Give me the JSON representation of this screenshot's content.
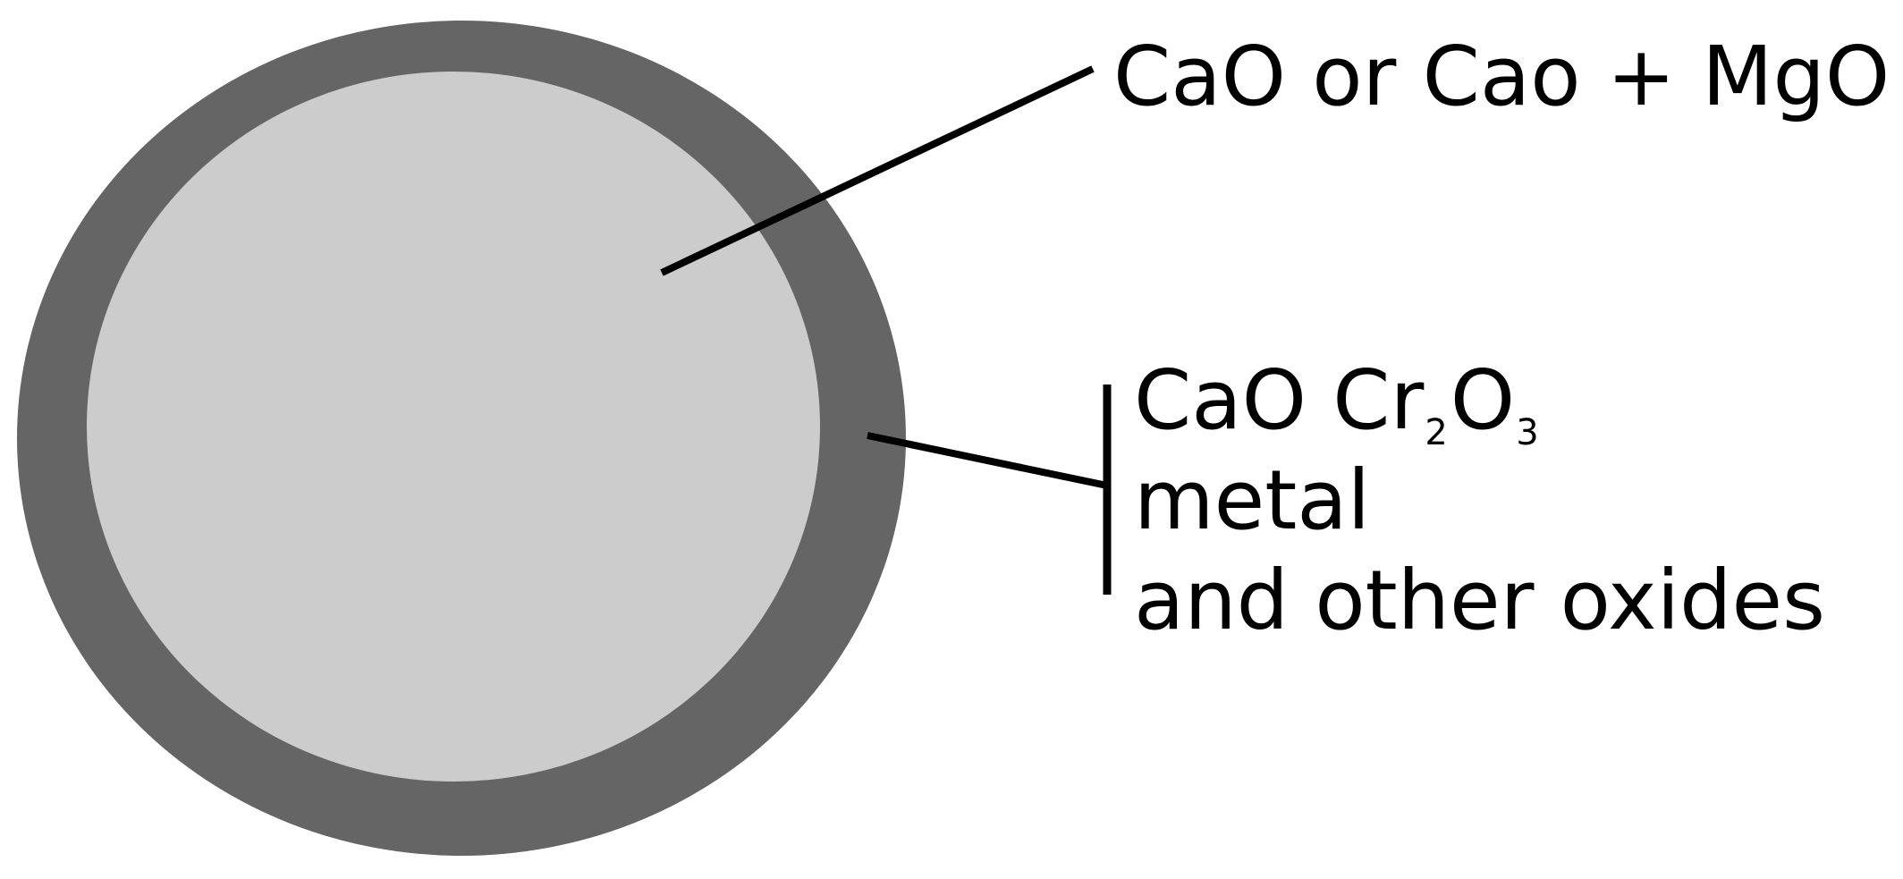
{
  "colors": {
    "background": "#ffffff",
    "shell": "#656565",
    "core": "#cccccc",
    "leader_line": "#000000",
    "text": "#000000"
  },
  "core_label": "CaO or Cao + MgO",
  "shell_label": {
    "line1": {
      "parts": [
        {
          "text": "CaO Cr",
          "type": "normal"
        },
        {
          "text": "2",
          "type": "sub"
        },
        {
          "text": "O",
          "type": "normal"
        },
        {
          "text": "3",
          "type": "sub"
        }
      ]
    },
    "line2": "metal",
    "line3": "and other oxides"
  }
}
